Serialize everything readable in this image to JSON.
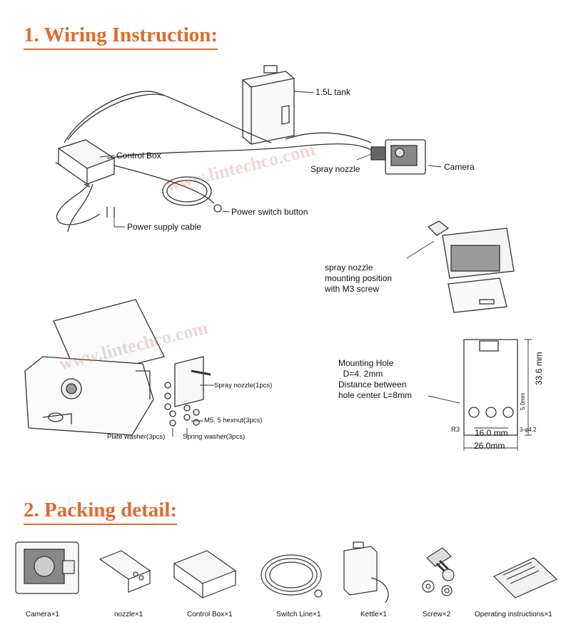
{
  "section1": {
    "title": "1. Wiring Instruction:"
  },
  "wiring": {
    "tank": "1.5L tank",
    "control_box": "Control Box",
    "spray_nozzle": "Spray nozzle",
    "camera": "Camera",
    "power_switch": "Power switch button",
    "power_cable": "Power supply cable"
  },
  "mounting": {
    "position_note": "spray nozzle\nmounting position\nwith M3 screw",
    "spray_nozzle_pcs": "Spray nozzle(1pcs)",
    "hexnut": "M5. 5 hexnut(3pcs)",
    "plate_washer": "Plate washer(3pcs)",
    "spring_washer": "Spring washer(3pcs)"
  },
  "dimensions": {
    "hole_note": "Mounting Hole\n  D=4. 2mm\nDistance between\nhole center L=8mm",
    "height": "33.6 mm",
    "small_h": "5.0mm",
    "r3": "R3",
    "hole_d": "3-φ4.2",
    "w16": "16.0 mm",
    "w26": "26.0mm"
  },
  "watermark": "www.lintechco.com",
  "section2": {
    "title": "2. Packing detail:"
  },
  "packing": [
    {
      "label": "Camera×1",
      "icon": "camera-icon"
    },
    {
      "label": "nozzle×1",
      "icon": "nozzle-bracket-icon"
    },
    {
      "label": "Control Box×1",
      "icon": "control-box-icon"
    },
    {
      "label": "Switch Line×1",
      "icon": "switch-line-icon"
    },
    {
      "label": "Kettle×1",
      "icon": "kettle-icon"
    },
    {
      "label": "Screw×2",
      "icon": "screw-icon"
    },
    {
      "label": "Operating instructions×1",
      "icon": "manual-icon"
    }
  ]
}
